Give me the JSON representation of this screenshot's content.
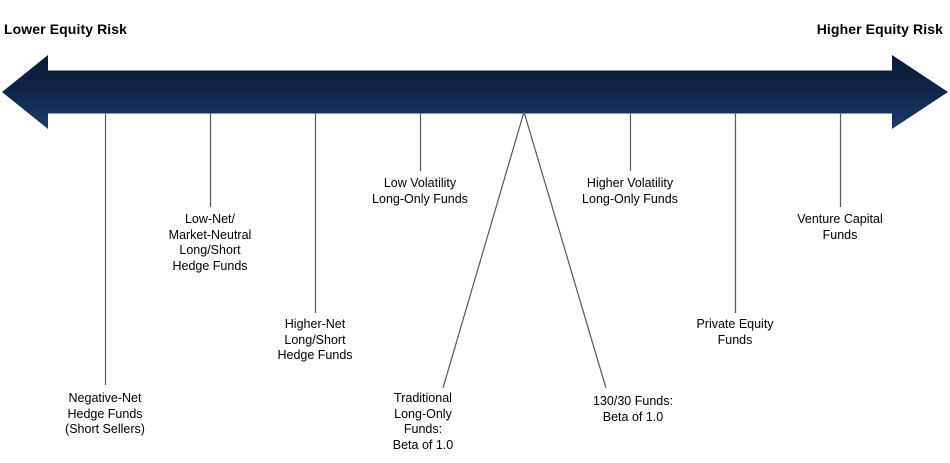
{
  "header": {
    "left_label": "Lower Equity Risk",
    "right_label": "Higher Equity Risk"
  },
  "funds": [
    {
      "id": "negative-net-hedge-funds",
      "label": "Negative-Net\nHedge Funds\n(Short Sellers)"
    },
    {
      "id": "low-net-market-neutral",
      "label": "Low-Net/\nMarket-Neutral\nLong/Short\nHedge Funds"
    },
    {
      "id": "higher-net-long-short",
      "label": "Higher-Net\nLong/Short\nHedge Funds"
    },
    {
      "id": "low-volatility-long-only",
      "label": "Low Volatility\nLong-Only Funds"
    },
    {
      "id": "traditional-long-only",
      "label": "Traditional\nLong-Only\nFunds:\nBeta of 1.0"
    },
    {
      "id": "130-30-funds",
      "label": "130/30 Funds:\nBeta of 1.0"
    },
    {
      "id": "higher-volatility-long-only",
      "label": "Higher Volatility\nLong-Only Funds"
    },
    {
      "id": "private-equity-funds",
      "label": "Private Equity\nFunds"
    },
    {
      "id": "venture-capital-funds",
      "label": "Venture Capital\nFunds"
    }
  ],
  "colors": {
    "arrow_top": "#081a36",
    "arrow_mid": "#0e2448",
    "arrow_bottom": "#1b3c6b",
    "connector": "#595959",
    "text": "#000000"
  }
}
